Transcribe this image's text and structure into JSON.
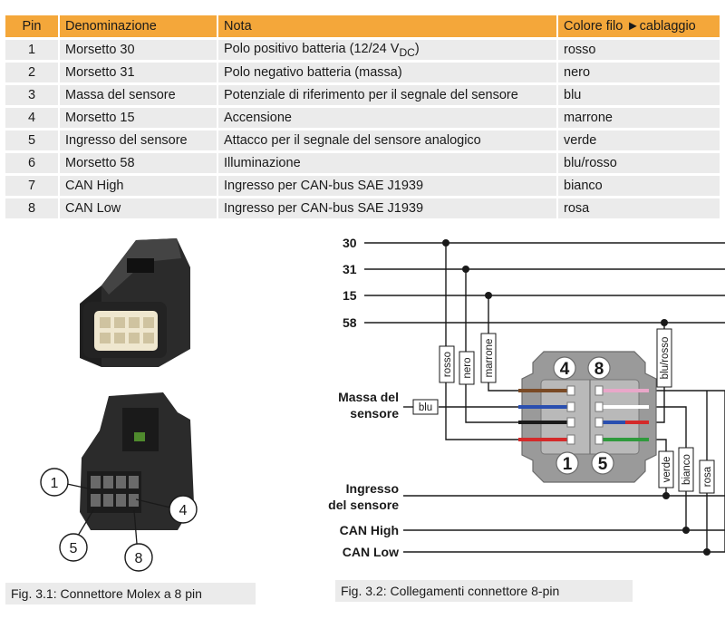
{
  "table": {
    "headers": [
      "Pin",
      "Denominazione",
      "Nota",
      "Colore filo ►cablaggio"
    ],
    "rows": [
      {
        "pin": "1",
        "name": "Morsetto 30",
        "note_main": "Polo positivo batteria (12/24 V",
        "note_sub": "DC",
        "note_end": ")",
        "color": "rosso"
      },
      {
        "pin": "2",
        "name": "Morsetto 31",
        "note_main": "Polo negativo batteria (massa)",
        "note_sub": "",
        "note_end": "",
        "color": "nero"
      },
      {
        "pin": "3",
        "name": "Massa del sensore",
        "note_main": "Potenziale di riferimento per il segnale del sensore",
        "note_sub": "",
        "note_end": "",
        "color": "blu"
      },
      {
        "pin": "4",
        "name": "Morsetto 15",
        "note_main": "Accensione",
        "note_sub": "",
        "note_end": "",
        "color": "marrone"
      },
      {
        "pin": "5",
        "name": "Ingresso del sensore",
        "note_main": "Attacco per il segnale del sensore analogico",
        "note_sub": "",
        "note_end": "",
        "color": "verde"
      },
      {
        "pin": "6",
        "name": "Morsetto 58",
        "note_main": "Illuminazione",
        "note_sub": "",
        "note_end": "",
        "color": "blu/rosso"
      },
      {
        "pin": "7",
        "name": "CAN High",
        "note_main": "Ingresso per CAN-bus SAE J1939",
        "note_sub": "",
        "note_end": "",
        "color": "bianco"
      },
      {
        "pin": "8",
        "name": "CAN Low",
        "note_main": "Ingresso per CAN-bus SAE J1939",
        "note_sub": "",
        "note_end": "",
        "color": "rosa"
      }
    ]
  },
  "figure1": {
    "caption": "Fig. 3.1:   Connettore Molex a 8 pin",
    "callouts": [
      "1",
      "4",
      "5",
      "8"
    ]
  },
  "figure2": {
    "caption": "Fig. 3.2: Collegamenti connettore 8-pin",
    "bus_labels": [
      "30",
      "31",
      "15",
      "58"
    ],
    "left_labels": {
      "massa_l1": "Massa del",
      "massa_l2": "sensore",
      "ingresso_l1": "Ingresso",
      "ingresso_l2": "del sensore",
      "can_high": "CAN High",
      "can_low": "CAN Low"
    },
    "wire_labels": {
      "rosso": "rosso",
      "nero": "nero",
      "marrone": "marrone",
      "blu_rosso": "blu/rosso",
      "blu": "blu",
      "verde": "verde",
      "bianco": "bianco",
      "rosa": "rosa"
    },
    "pin_numbers": [
      "4",
      "8",
      "1",
      "5"
    ]
  },
  "colors": {
    "header_bg": "#f4a73a",
    "row_bg": "#ebebeb",
    "wire_rosso": "#d42a2a",
    "wire_nero": "#1a1a1a",
    "wire_marrone": "#7a4a25",
    "wire_blu": "#2a4fb0",
    "wire_verde": "#2f9a3c",
    "wire_rosa": "#e9a7c9",
    "connector_grey": "#8e8e8e"
  }
}
